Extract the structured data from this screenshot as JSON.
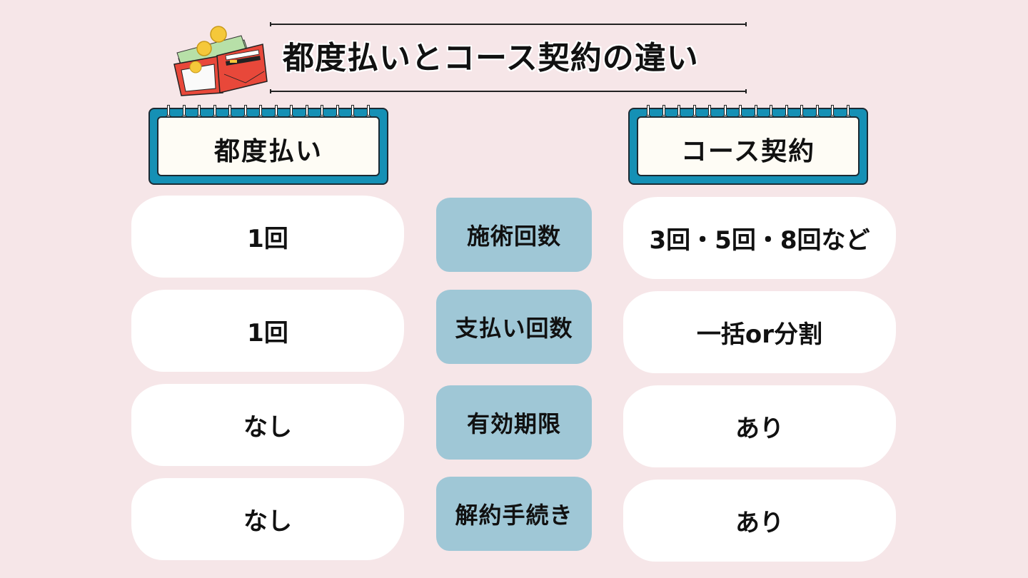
{
  "title": "都度払いとコース契約の違い",
  "illustration": {
    "icon": "wallet-with-coins-and-cash-icon"
  },
  "columns": {
    "left": {
      "header": "都度払い"
    },
    "right": {
      "header": "コース契約"
    }
  },
  "rows": [
    {
      "label": "施術回数",
      "left": "1回",
      "right": "3回・5回・8回など"
    },
    {
      "label": "支払い回数",
      "left": "1回",
      "right": "一括or分割"
    },
    {
      "label": "有効期限",
      "left": "なし",
      "right": "あり"
    },
    {
      "label": "解約手続き",
      "left": "なし",
      "right": "あり"
    }
  ],
  "colors": {
    "background": "#f6e6e8",
    "notebook_frame": "#1590b5",
    "notebook_page": "#fefcf5",
    "label_box": "#9fc7d6",
    "value_box": "#ffffff",
    "text": "#111111"
  }
}
